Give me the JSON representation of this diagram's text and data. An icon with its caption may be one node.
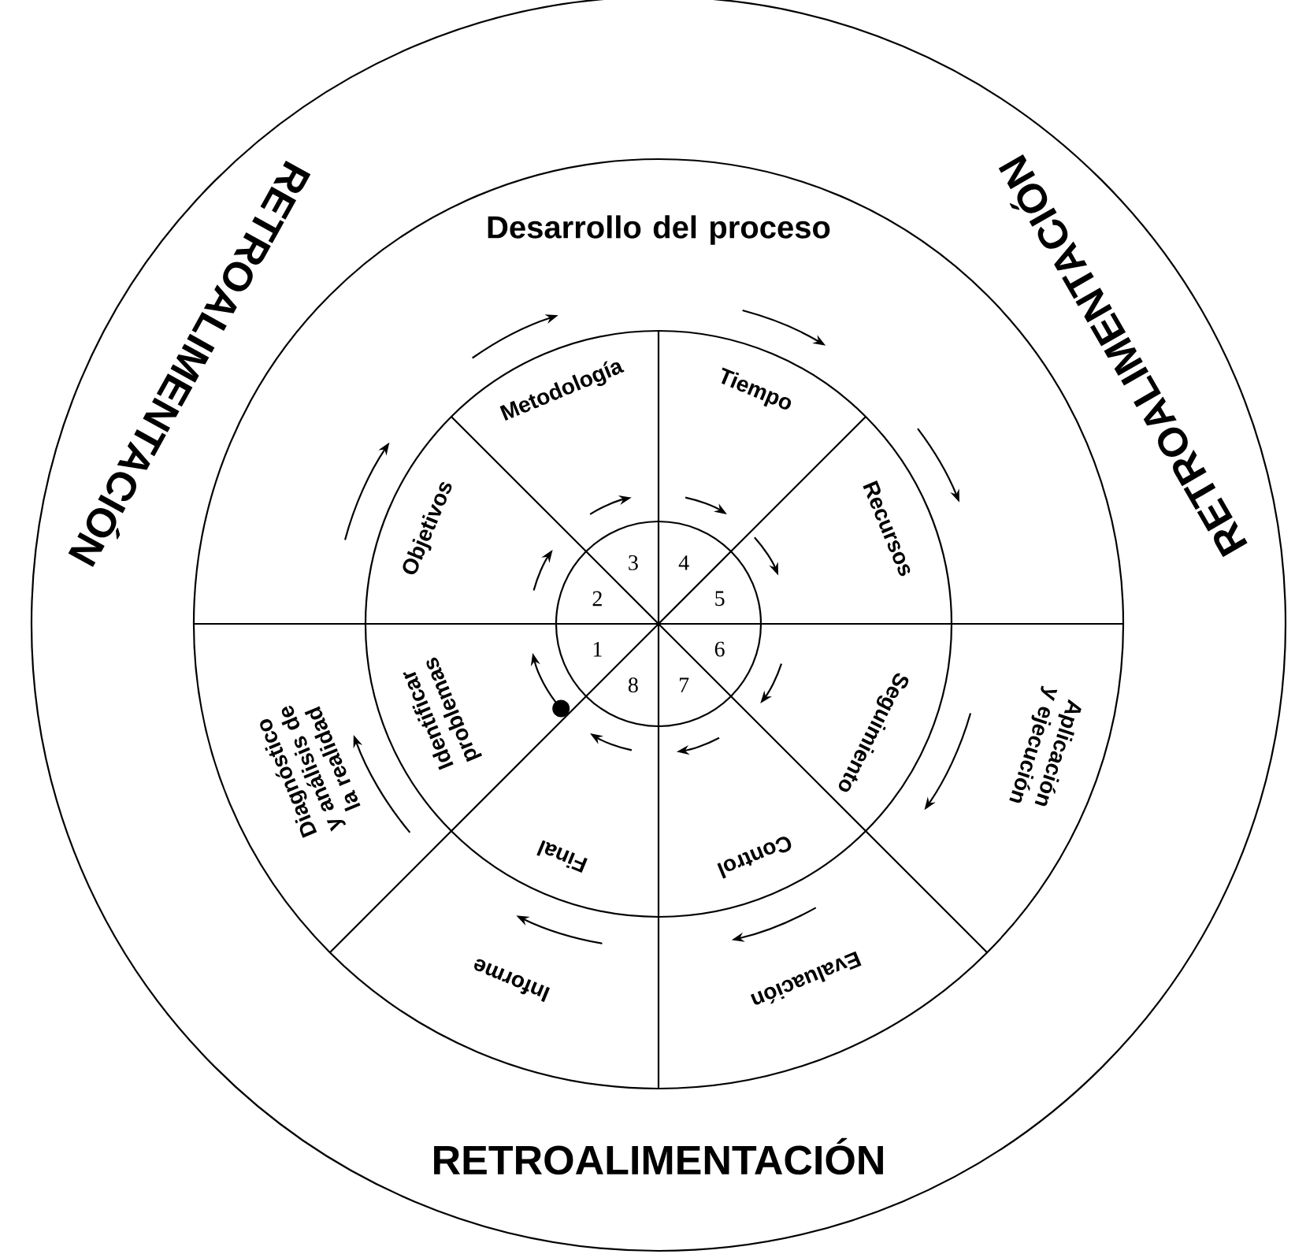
{
  "diagram": {
    "nodes": [
      {
        "text": [
          "Desarrollo del proceso"
        ]
      },
      {
        "text": [
          "Objetivos"
        ]
      },
      {
        "text": [
          "Metodología"
        ]
      },
      {
        "text": [
          "Tiempo"
        ]
      },
      {
        "text": [
          "Recursos"
        ]
      },
      {
        "text": [
          "Seguimiento"
        ]
      },
      {
        "text": [
          "Control"
        ]
      },
      {
        "text": [
          "Final"
        ]
      },
      {
        "text": [
          "Identificar problemas"
        ]
      },
      {
        "text": [
          "Aplicación y ejecución"
        ]
      },
      {
        "text": [
          "Evaluación"
        ]
      },
      {
        "text": [
          "Informe"
        ]
      },
      {
        "text": [
          "Diagnóstico y análisis de la realidad"
        ]
      }
    ],
    "labels": [
      "RETROALIMENTACIÓN",
      "RETROALIMENTACIÓN",
      "RETROALIMENTACIÓN",
      "1",
      "2",
      "3",
      "4",
      "5",
      "6",
      "7",
      "8"
    ]
  }
}
